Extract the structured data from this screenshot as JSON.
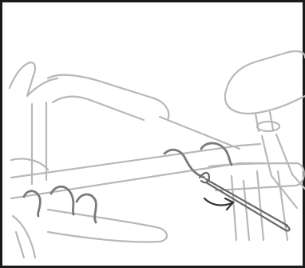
{
  "figure": {
    "frame_color": "#1a1a1a",
    "line_color": "#b8b8b8",
    "strap_color": "#7a7a7a",
    "arrow_color": "#333333",
    "parts": [
      {
        "name": "bike-frame",
        "kind": "illustration"
      },
      {
        "name": "seat",
        "kind": "illustration"
      },
      {
        "name": "handlebar",
        "kind": "illustration"
      },
      {
        "name": "top-tube",
        "kind": "illustration"
      },
      {
        "name": "hook-straps",
        "kind": "illustration"
      },
      {
        "name": "pull-cord",
        "kind": "illustration"
      },
      {
        "name": "pull-direction-arrow",
        "kind": "illustration"
      }
    ]
  }
}
